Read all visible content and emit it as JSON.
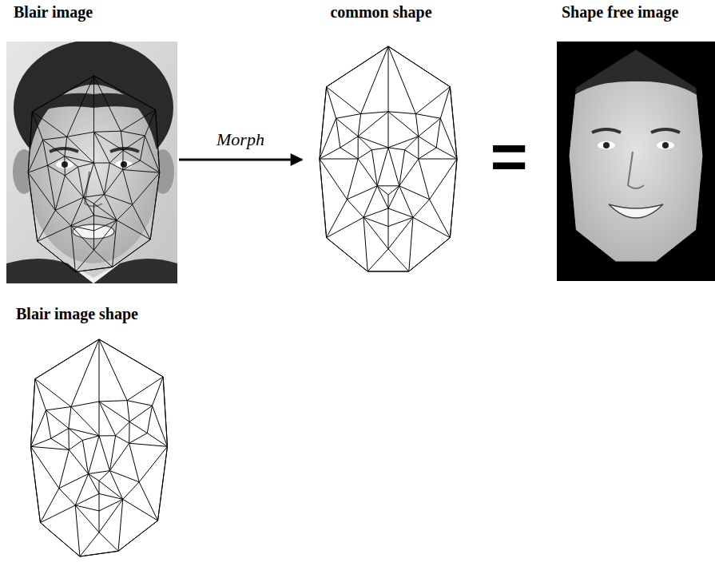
{
  "diagram": {
    "nodes": [
      {
        "text": [
          "Blair image"
        ]
      },
      {
        "text": [
          "common shape"
        ]
      },
      {
        "text": [
          "Shape free image"
        ]
      },
      {
        "text": [
          "Blair image shape"
        ]
      }
    ],
    "edges": [
      {
        "from": 0,
        "to": 1,
        "arrow": "to",
        "label": "Morph"
      }
    ],
    "labels": [
      "="
    ]
  }
}
